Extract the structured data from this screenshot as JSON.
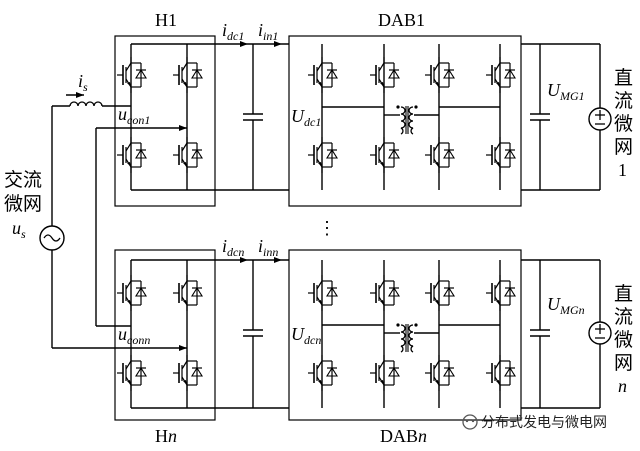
{
  "labels": {
    "h1": "H1",
    "hn": "Hn",
    "dab1": "DAB1",
    "dabn": "DABn",
    "idc1": "i_dc1",
    "iin1": "i_in1",
    "idcn": "i_dcn",
    "iinn": "i_inn",
    "is": "i_s",
    "ucon1": "u_con1",
    "uconn": "u_conn",
    "udc1": "U_dc1",
    "udcn": "U_dcn",
    "umg1": "U_MG1",
    "umgn": "U_MGn",
    "us": "u_s"
  },
  "text": {
    "ac_grid_line1": "交流",
    "ac_grid_line2": "微网",
    "dc_grid_top_1": "直",
    "dc_grid_top_2": "流",
    "dc_grid_top_3": "微",
    "dc_grid_top_4": "网",
    "dc_grid_top_5": "1",
    "dc_grid_bot_1": "直",
    "dc_grid_bot_2": "流",
    "dc_grid_bot_3": "微",
    "dc_grid_bot_4": "网",
    "dc_grid_bot_5": "n",
    "ellipsis": "⋮",
    "watermark": "分布式发电与微电网"
  },
  "labels_rendered": {
    "h1_main": "H",
    "h1_sub": "1",
    "hn_main": "H",
    "hn_sub": "n",
    "dab1_main": "DAB",
    "dab1_sub": "1",
    "dabn_main": "DAB",
    "dabn_sub": "n",
    "idc1_main": "i",
    "idc1_sub": "dc1",
    "iin1_main": "i",
    "iin1_sub": "in1",
    "idcn_main": "i",
    "idcn_sub": "dcn",
    "iinn_main": "i",
    "iinn_sub": "inn",
    "is_main": "i",
    "is_sub": "s",
    "ucon1_main": "u",
    "ucon1_sub": "con1",
    "uconn_main": "u",
    "uconn_sub": "conn",
    "udc1_main": "U",
    "udc1_sub": "dc1",
    "udcn_main": "U",
    "udcn_sub": "dcn",
    "umg1_main": "U",
    "umg1_sub": "MG1",
    "umgn_main": "U",
    "umgn_sub": "MGn",
    "us_main": "u",
    "us_sub": "s"
  },
  "colors": {
    "line": "#000000",
    "background": "#ffffff"
  }
}
